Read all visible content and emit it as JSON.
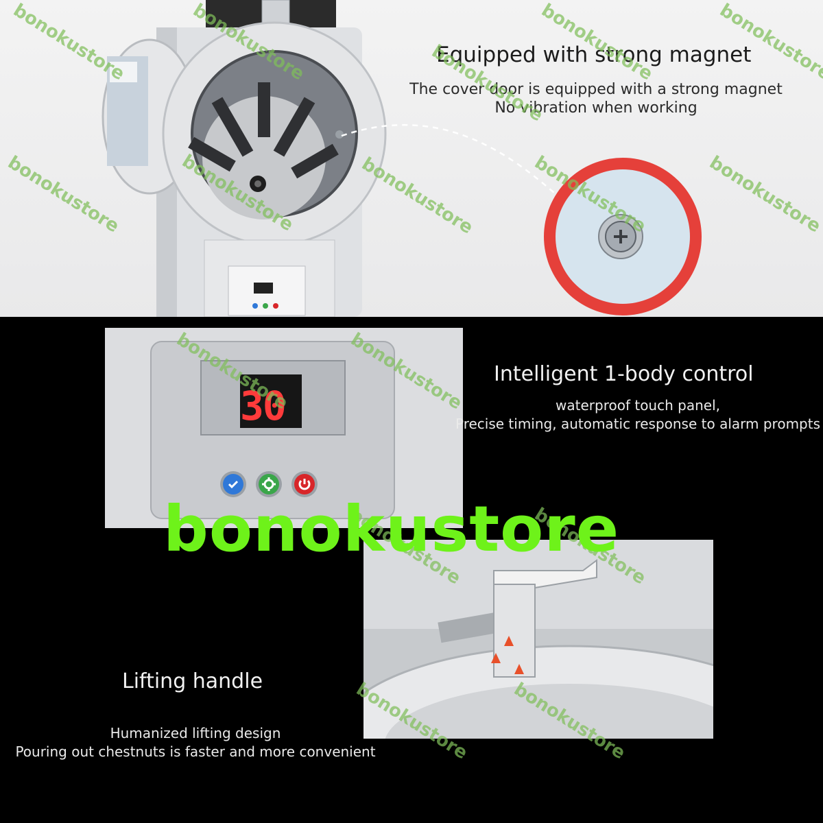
{
  "magnet_section": {
    "title": "Equipped with strong magnet",
    "line1": "The cover door is equipped with a strong magnet",
    "line2": "No vibration when working"
  },
  "control_section": {
    "title": "Intelligent 1-body control",
    "line1": "waterproof touch panel,",
    "line2": "Precise timing, automatic response to alarm prompts",
    "display_value": "30",
    "buttons": [
      {
        "icon": "check-icon",
        "color": "#2f78d8"
      },
      {
        "icon": "gear-icon",
        "color": "#3aa64a"
      },
      {
        "icon": "power-icon",
        "color": "#d8262a"
      }
    ]
  },
  "handle_section": {
    "title": "Lifting handle",
    "line1": "Humanized lifting design",
    "line2": "Pouring out chestnuts is faster and more convenient"
  },
  "watermark": {
    "text": "bonokustore",
    "big_color": "#6ef21a",
    "small_color": "#80be5a"
  },
  "colors": {
    "highlight_ring": "#e5403a",
    "display_digits": "#ff3b3b"
  }
}
